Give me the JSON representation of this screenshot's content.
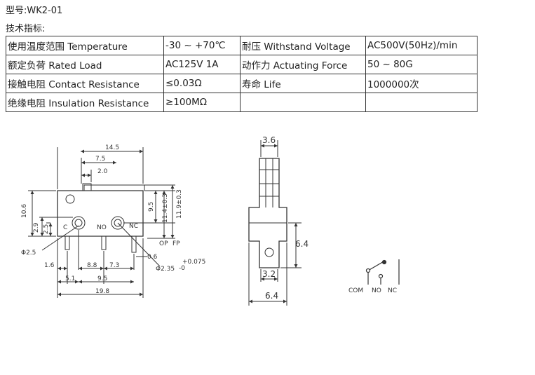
{
  "model_label": "型号:WK2-01",
  "spec_heading": "技术指标:",
  "spec_table": [
    [
      "使用温度范围 Temperature",
      "-30 ~ +70℃",
      "耐压 Withstand Voltage",
      "AC500V(50Hz)/min"
    ],
    [
      "额定负荷 Rated Load",
      "AC125V 1A",
      "动作力 Actuating Force",
      "50 ~ 80G"
    ],
    [
      "接触电阻 Contact Resistance",
      "≤0.03Ω",
      "寿命 Life",
      "1000000次"
    ],
    [
      "绝缘电阻 Insulation Resistance",
      "≥100MΩ",
      "",
      ""
    ]
  ],
  "front_view": {
    "dimensions": {
      "d14_5": "14.5",
      "d7_5": "7.5",
      "d2_0": "2.0",
      "d10_6": "10.6",
      "d2_9": "2.9",
      "d2_5": "2.5",
      "d9_5v": "9.5",
      "d11_4": "11.4±0.3",
      "d11_9": "11.9±0.3",
      "d_hole_left": "Φ2.5",
      "d0_6": "0.6",
      "d_hole_right": "Φ2.35",
      "tol_plus": "+0.075",
      "tol_minus": "-0",
      "d1_6": "1.6",
      "d8_8": "8.8",
      "d7_3": "7.3",
      "d5_1": "5.1",
      "d9_5h": "9.5",
      "d19_8": "19.8"
    },
    "terminals": {
      "c": "C",
      "no": "NO",
      "nc": "NC"
    },
    "op_label": "OP",
    "fp_label": "FP"
  },
  "side_view": {
    "d3_6": "3.6",
    "d6_4v": "6.4",
    "d3_2": "3.2",
    "d6_4h": "6.4"
  },
  "schematic": {
    "com": "COM",
    "no": "NO",
    "nc": "NC"
  }
}
